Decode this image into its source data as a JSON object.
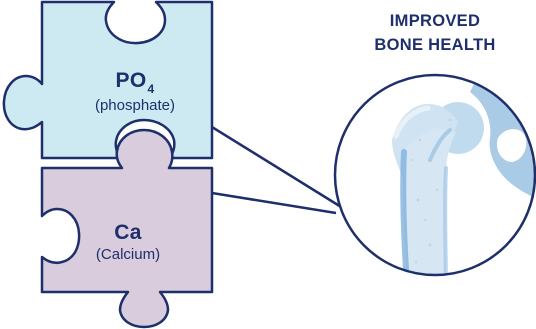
{
  "heading": {
    "line1": "IMPROVED",
    "line2": "BONE HEALTH"
  },
  "pieces": [
    {
      "id": "phosphate",
      "formula_main": "PO",
      "formula_sub": "4",
      "name": "(phosphate)",
      "color": "#cdeaf2"
    },
    {
      "id": "calcium",
      "formula_main": "Ca",
      "formula_sub": "",
      "name": "(Calcium)",
      "color": "#d8ccdd"
    }
  ],
  "colors": {
    "outline": "#1e2f6b",
    "text": "#1e2f6b",
    "bone_light": "#d6e7f3",
    "bone_mid": "#a9cbe6",
    "bone_dark": "#7fb1dc"
  }
}
